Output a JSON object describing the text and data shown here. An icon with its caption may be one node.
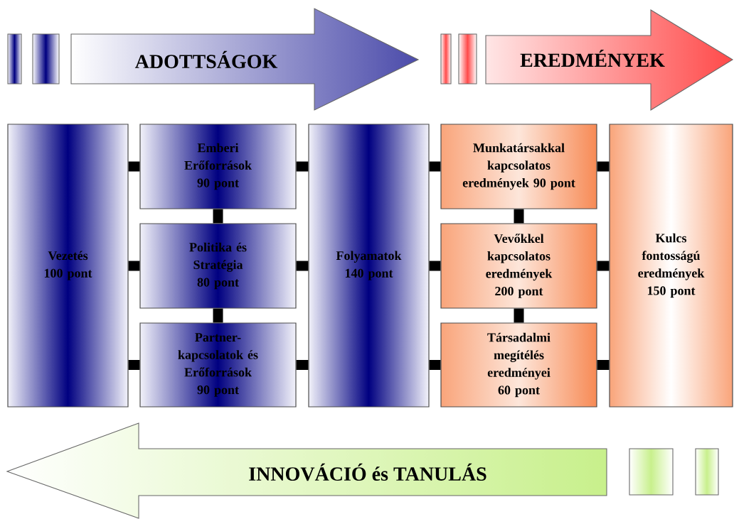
{
  "diagram": {
    "nodes": [
      {
        "text": [
          "ADOTTSÁGOK"
        ]
      },
      {
        "text": [
          "EREDMÉNYEK"
        ]
      },
      {
        "text": [
          "Vezetés 100 pont"
        ]
      },
      {
        "text": [
          "Emberi Erőforrások 90 pont"
        ]
      },
      {
        "text": [
          "Politika és Stratégia 80 pont"
        ]
      },
      {
        "text": [
          "Partner- kapcsolatok és Erőforrások 90 pont"
        ]
      },
      {
        "text": [
          "Folyamatok 140 pont"
        ]
      },
      {
        "text": [
          "Munkatársakkal kapcsolatos eredmények 90 pont"
        ]
      },
      {
        "text": [
          "Vevőkkel kapcsolatos eredmények 200 pont"
        ]
      },
      {
        "text": [
          "Társadalmi megítélés eredményei 60 pont"
        ]
      },
      {
        "text": [
          "Kulcs fontosságú eredmények 150 pont"
        ]
      },
      {
        "text": [
          "INNOVÁCIÓ és TANULÁS"
        ]
      }
    ],
    "edges": [
      {
        "from": 2,
        "to": 3,
        "arrow": "none"
      },
      {
        "from": 2,
        "to": 4,
        "arrow": "none"
      },
      {
        "from": 2,
        "to": 5,
        "arrow": "none"
      },
      {
        "from": 3,
        "to": 4,
        "arrow": "none"
      },
      {
        "from": 4,
        "to": 5,
        "arrow": "none"
      },
      {
        "from": 3,
        "to": 6,
        "arrow": "none"
      },
      {
        "from": 4,
        "to": 6,
        "arrow": "none"
      },
      {
        "from": 5,
        "to": 6,
        "arrow": "none"
      },
      {
        "from": 6,
        "to": 7,
        "arrow": "none"
      },
      {
        "from": 6,
        "to": 8,
        "arrow": "none"
      },
      {
        "from": 6,
        "to": 9,
        "arrow": "none"
      },
      {
        "from": 7,
        "to": 8,
        "arrow": "none"
      },
      {
        "from": 8,
        "to": 9,
        "arrow": "none"
      },
      {
        "from": 7,
        "to": 10,
        "arrow": "none"
      },
      {
        "from": 8,
        "to": 10,
        "arrow": "none"
      },
      {
        "from": 9,
        "to": 10,
        "arrow": "none"
      }
    ]
  }
}
